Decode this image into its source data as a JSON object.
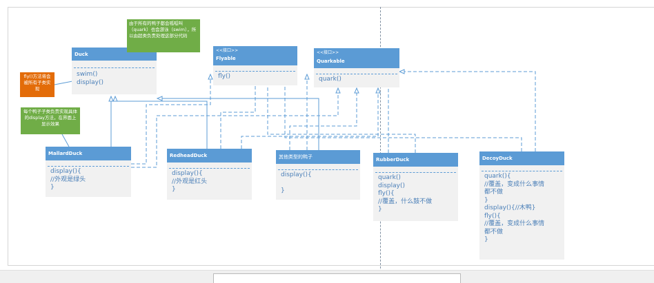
{
  "classes": {
    "duck": {
      "name": "Duck",
      "members": [
        "swim()",
        "display()"
      ]
    },
    "flyable": {
      "stereotype": "<<接口>>",
      "name": "Flyable",
      "members": [
        "fly()"
      ]
    },
    "quackable": {
      "stereotype": "<<接口>>",
      "name": "Quarkable",
      "members": [
        "quark()"
      ]
    },
    "mallard": {
      "name": "MallardDuck",
      "members": [
        "display(){",
        "//外观是绿头",
        "}"
      ]
    },
    "redhead": {
      "name": "RedheadDuck",
      "members": [
        "display(){",
        "//外观是红头",
        "}"
      ]
    },
    "other": {
      "name": "其他类型的鸭子",
      "members": [
        "display(){",
        "",
        "}"
      ]
    },
    "rubber": {
      "name": "RubberDuck",
      "members": [
        "quark()",
        "display()",
        "fly(){",
        "//覆盖，什么鼓不做",
        "}"
      ]
    },
    "decoy": {
      "name": "DecoyDuck",
      "members": [
        "quark(){",
        "//覆盖，变成什么事情",
        "都不做",
        "}",
        "display(){//木鸭}",
        "fly(){",
        "//覆盖，变成什么事情",
        "都不做",
        "}"
      ]
    }
  },
  "notes": {
    "quack_note": "由于所有的鸭子都会呱呱叫（quark）也会游泳（swim），所以由超类负责处理这部分代码",
    "fly_note": "fly()方法将会被所有子类实现",
    "display_note": "每个鸭子子类负责实现具体的display方法，在界面上显示效果"
  },
  "colors": {
    "class_header": "#5b9bd5",
    "class_body": "#f1f1f1",
    "member_text": "#4a7fb8",
    "connector": "#5b9bd5",
    "note_green": "#70ad47",
    "note_orange": "#e36c09"
  }
}
